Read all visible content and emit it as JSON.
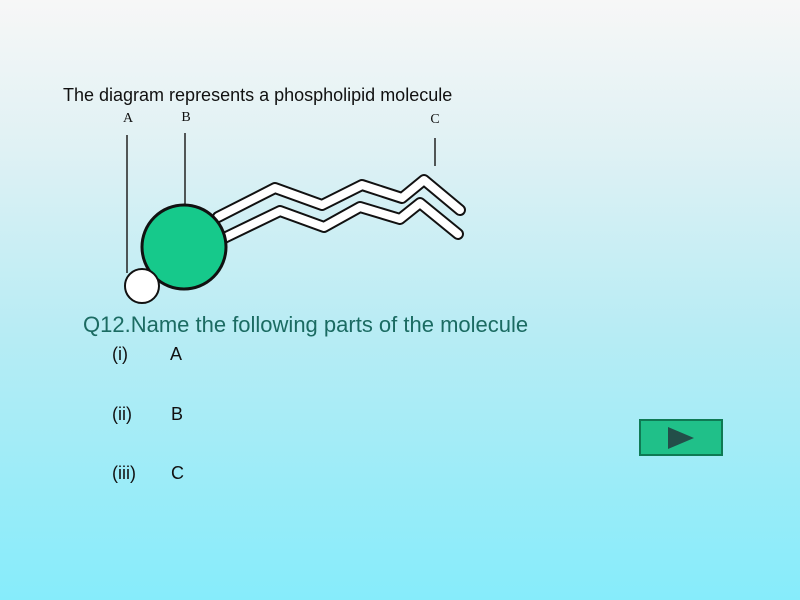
{
  "intro": "The diagram represents a phospholipid molecule",
  "diagram": {
    "labels": {
      "a": "A",
      "b": "B",
      "c": "C"
    },
    "head_color": "#16c98b",
    "tail_color": "#ffffff"
  },
  "question": {
    "title": "Q12.Name the following parts of the molecule",
    "items": [
      {
        "num": "(i)",
        "label": "A"
      },
      {
        "num": "(ii)",
        "label": "B"
      },
      {
        "num": "(iii)",
        "label": "C"
      }
    ]
  },
  "next_button": {
    "icon": "play-icon",
    "color": "#20c089"
  }
}
